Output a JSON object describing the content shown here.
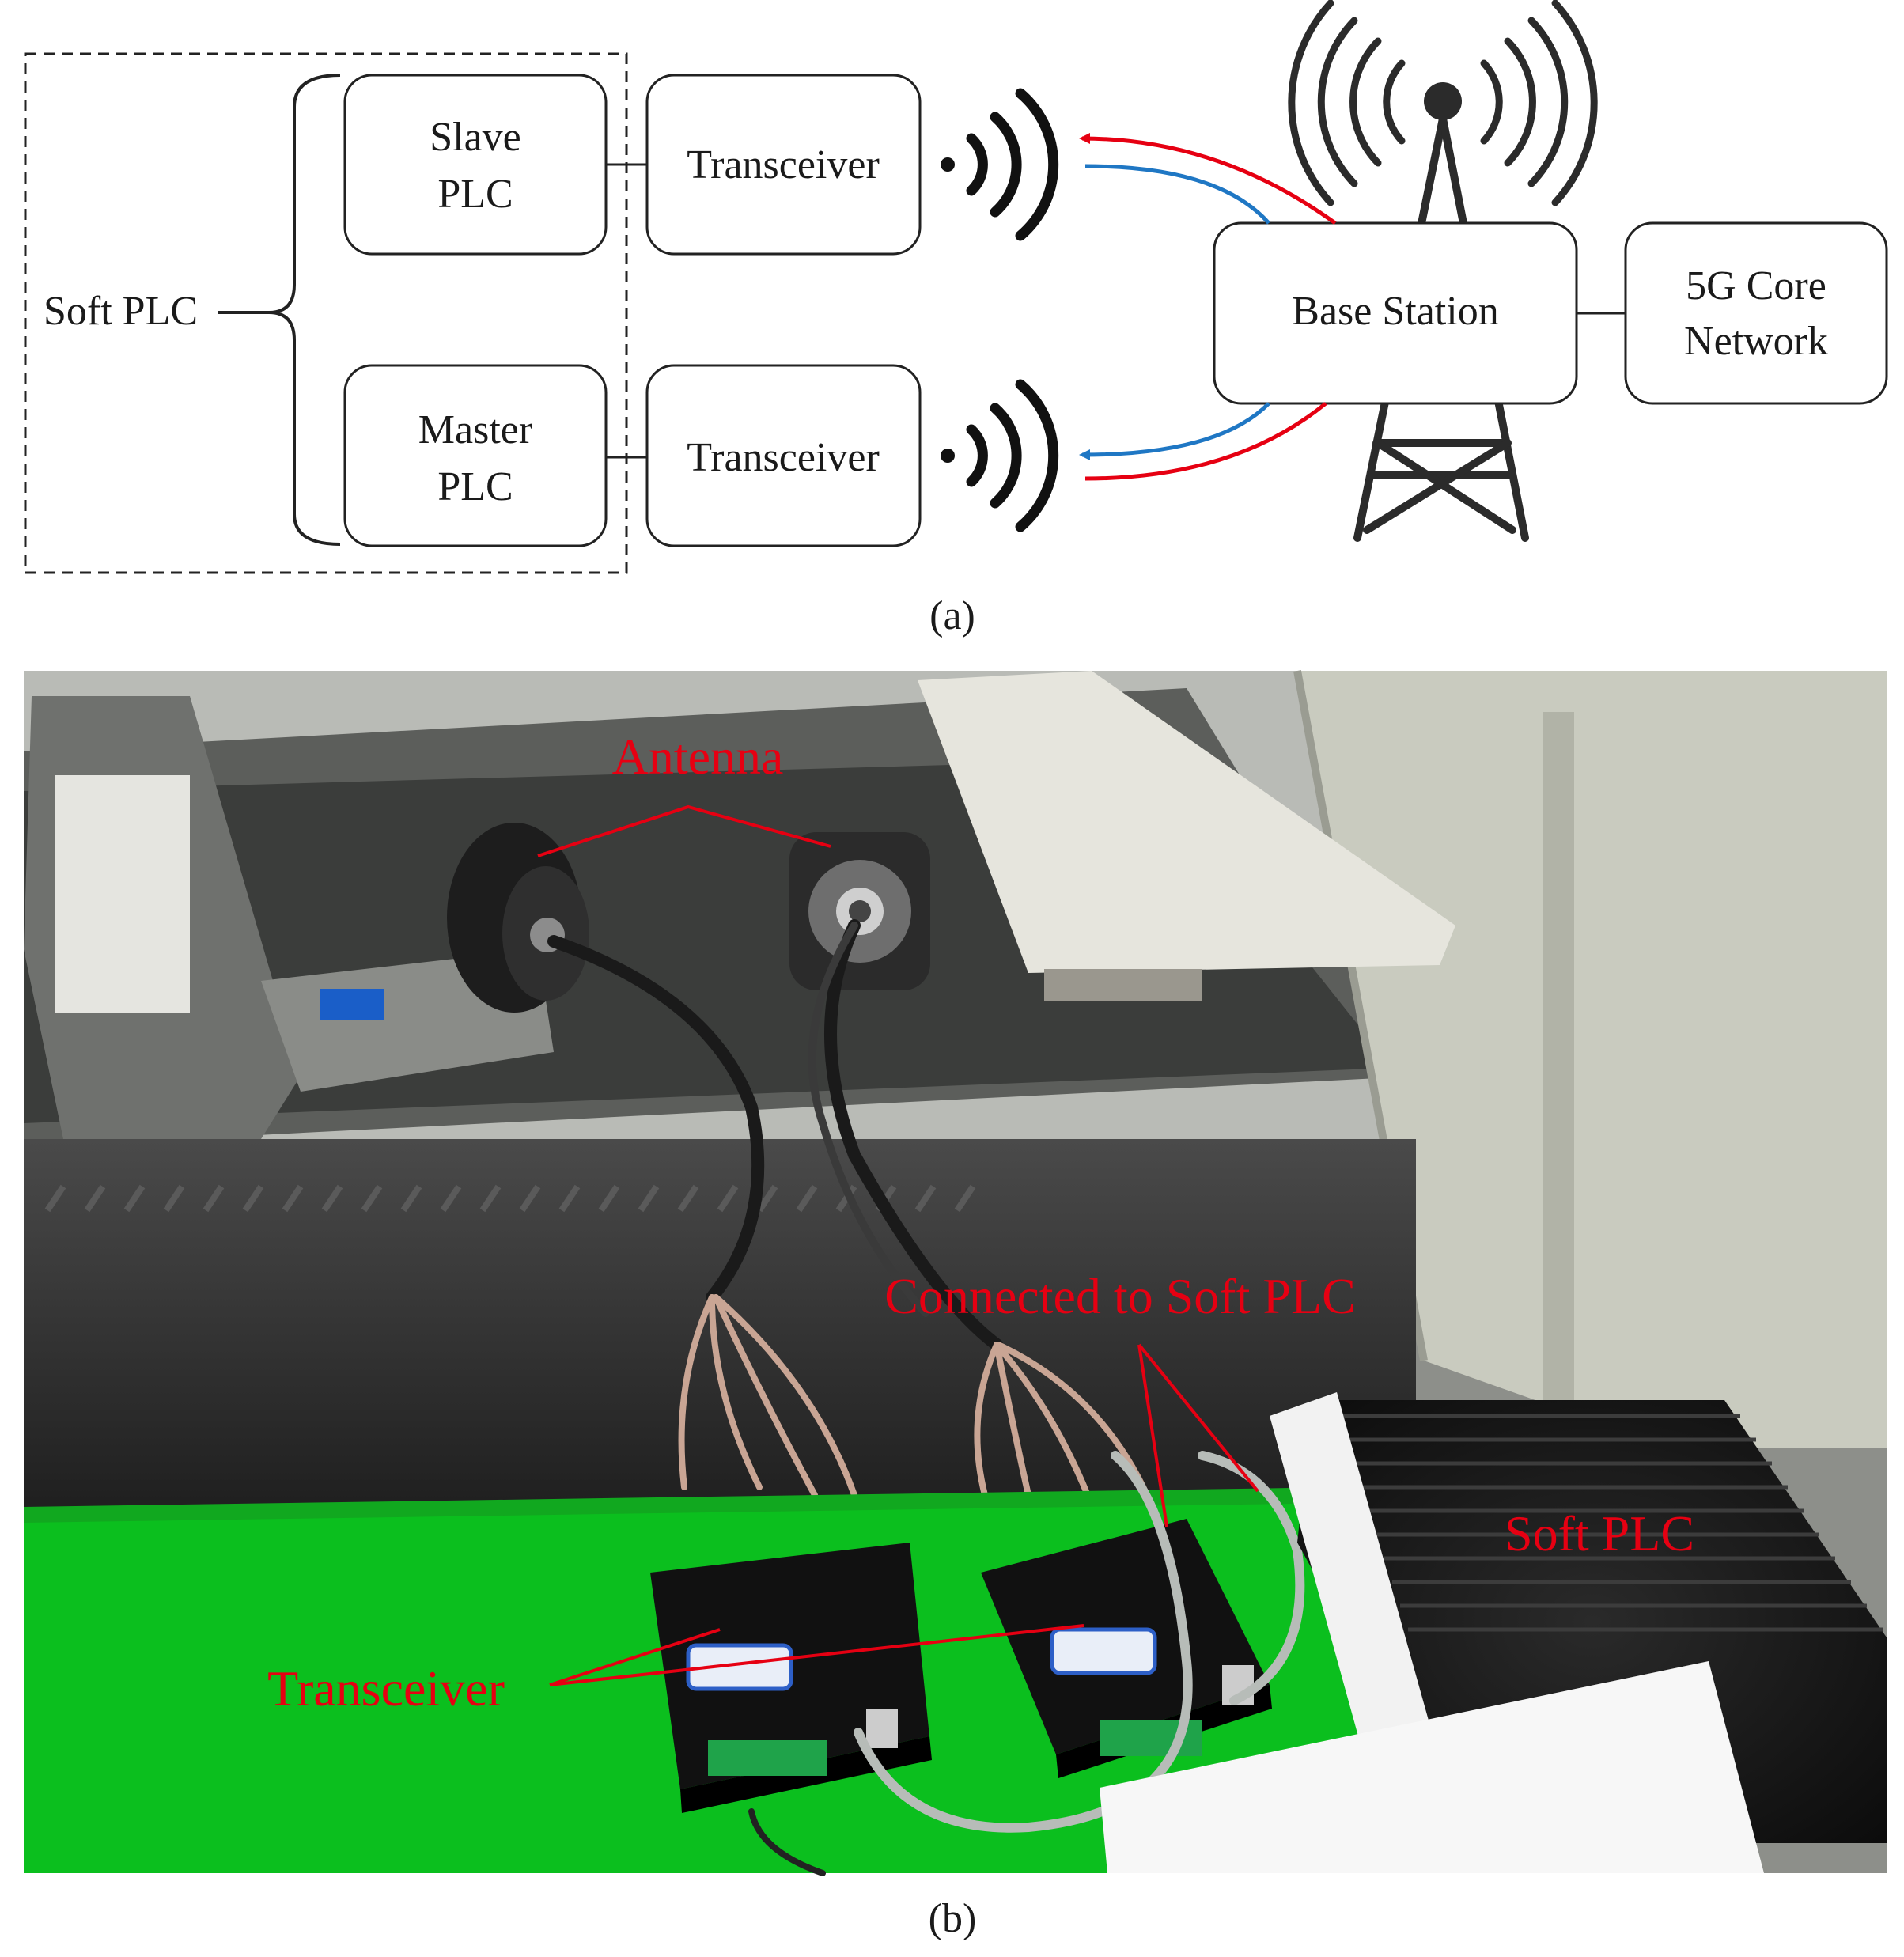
{
  "diagram": {
    "soft_plc_label": "Soft PLC",
    "slave_plc": [
      "Slave",
      "PLC"
    ],
    "master_plc": [
      "Master",
      "PLC"
    ],
    "transceiver_top": "Transceiver",
    "transceiver_bottom": "Transceiver",
    "base_station": "Base Station",
    "core_network": [
      "5G Core",
      "Network"
    ],
    "caption": "(a)"
  },
  "photo": {
    "label_antenna": "Antenna",
    "label_connected": "Connected to Soft PLC",
    "label_soft_plc": "Soft PLC",
    "label_transceiver": "Transceiver",
    "caption": "(b)"
  },
  "colors": {
    "uplink_arrow": "#e60012",
    "downlink_arrow": "#1f77c4",
    "annotation": "#e60012",
    "desk_green": "#0bbf1e"
  }
}
